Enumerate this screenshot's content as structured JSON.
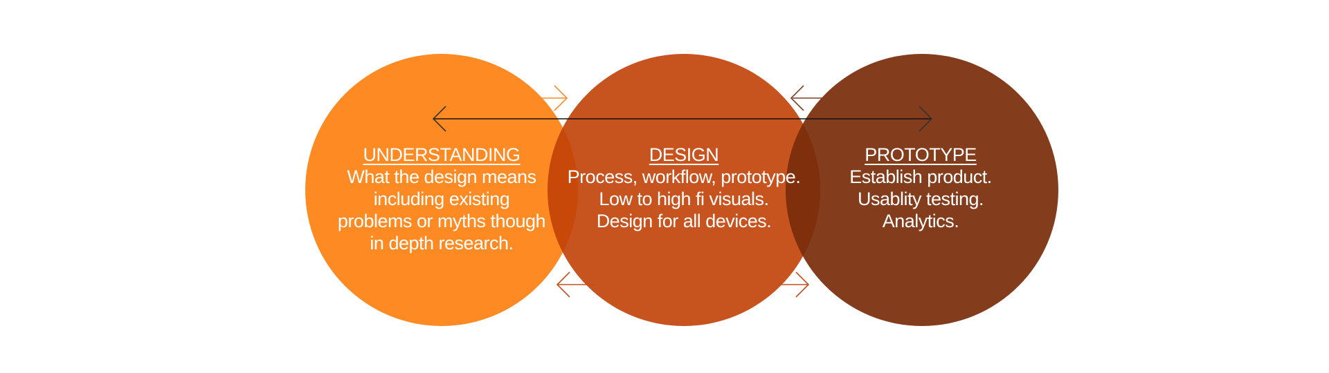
{
  "diagram": {
    "type": "venn-process",
    "colors": {
      "understanding": "#fd8a22",
      "design": "#c4501d",
      "prototype": "#833c1f",
      "main_arrow": "#111111",
      "arrow_orange": "#fd8a22",
      "arrow_red": "#c4501d",
      "arrow_brown": "#833c1f"
    },
    "stages": [
      {
        "title": "UNDERSTANDING",
        "lines": [
          "What the design means",
          "including existing",
          "problems or myths though",
          "in depth research."
        ]
      },
      {
        "title": "DESIGN",
        "lines": [
          "Process, workflow, prototype.",
          "Low to high fi visuals.",
          "Design for all devices."
        ]
      },
      {
        "title": "PROTOTYPE",
        "lines": [
          "Establish product.",
          "Usablity testing.",
          "Analytics."
        ]
      }
    ],
    "arrows": [
      {
        "name": "main-bidirectional",
        "direction": "both"
      },
      {
        "name": "understanding-to-design",
        "direction": "right"
      },
      {
        "name": "prototype-to-design",
        "direction": "left"
      },
      {
        "name": "design-to-understanding",
        "direction": "left"
      },
      {
        "name": "design-to-prototype",
        "direction": "right"
      }
    ]
  }
}
